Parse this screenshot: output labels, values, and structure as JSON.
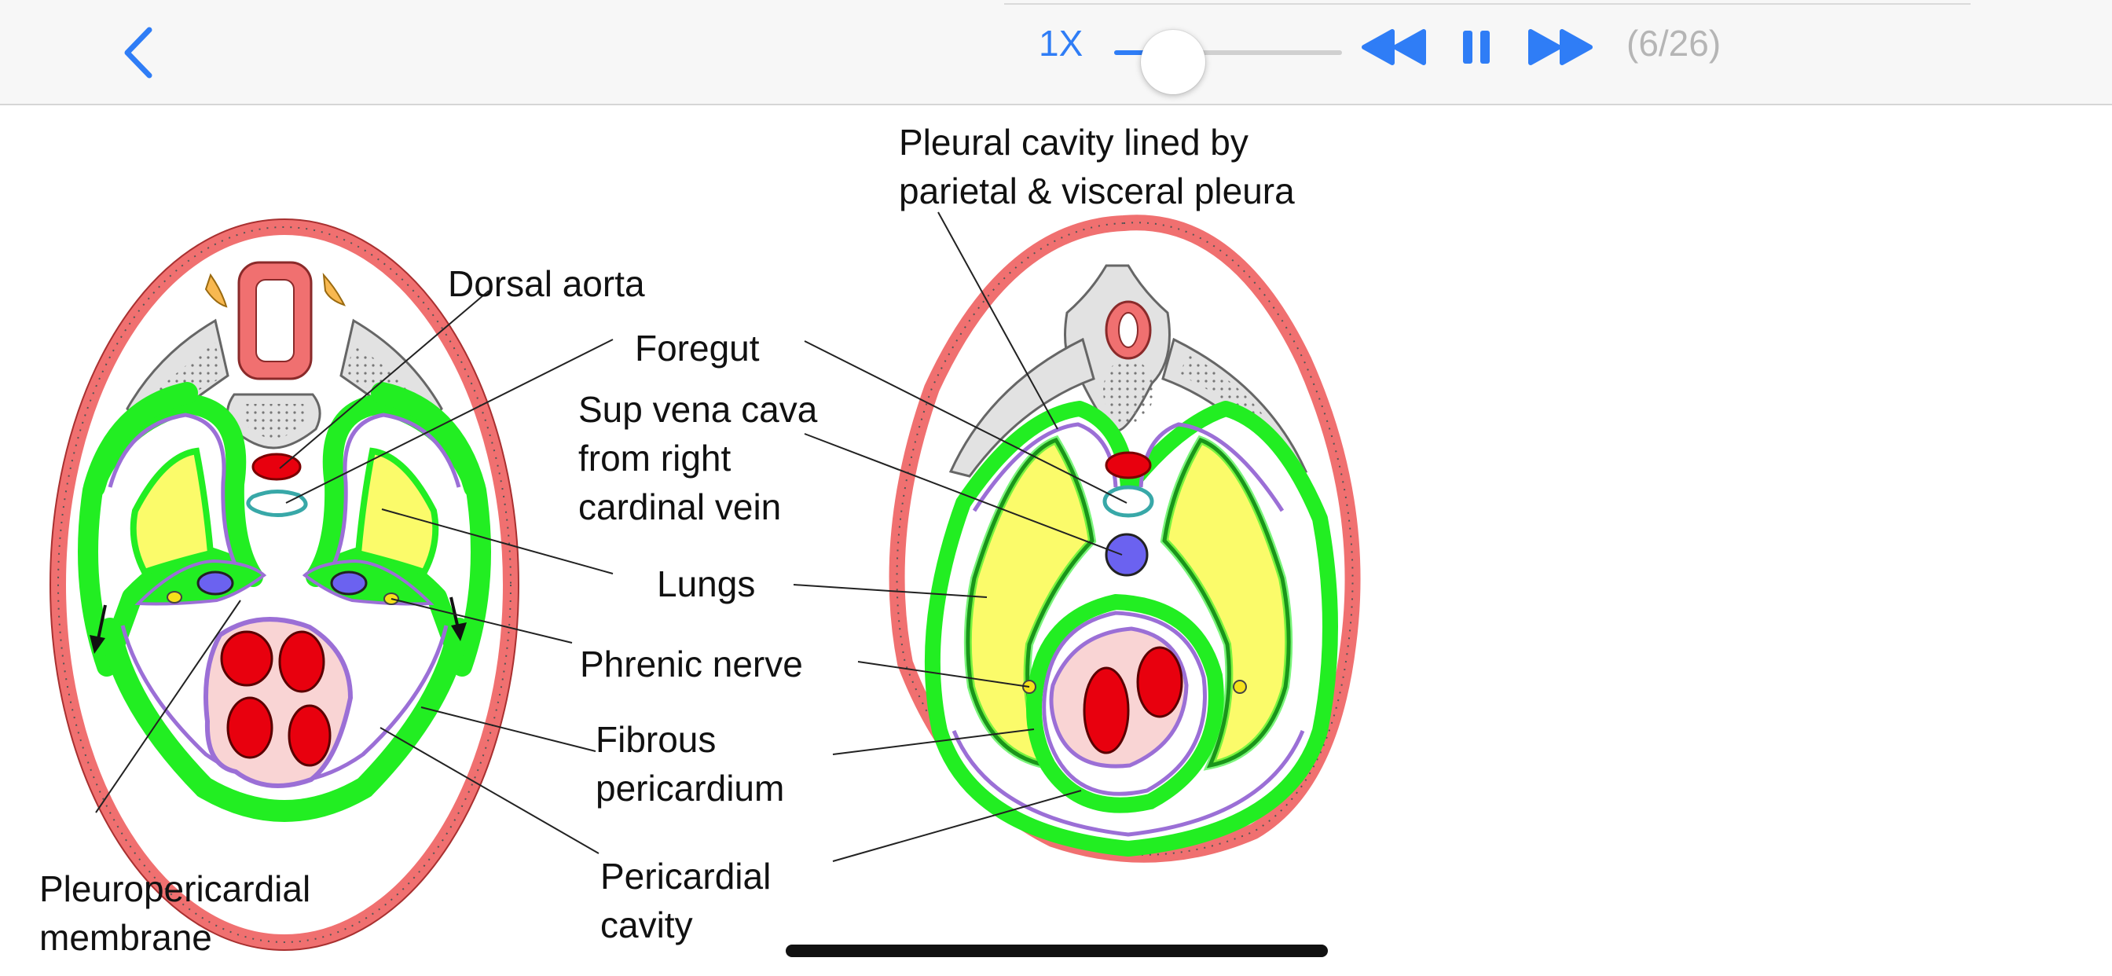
{
  "player": {
    "speed_label": "1X",
    "progress": 0.05,
    "counter": "(6/26)",
    "accent_color": "#2f7df6",
    "icons": [
      "chevron-left-icon",
      "rewind-icon",
      "pause-icon",
      "fast-forward-icon"
    ]
  },
  "slide": {
    "labels": {
      "pleural_cavity_1": "Pleural cavity lined by",
      "pleural_cavity_2": "parietal & visceral pleura",
      "dorsal_aorta": "Dorsal aorta",
      "foregut": "Foregut",
      "svc_1": "Sup vena cava",
      "svc_2": "from right",
      "svc_3": "cardinal vein",
      "lungs": "Lungs",
      "phrenic_nerve": "Phrenic nerve",
      "fibrous_1": "Fibrous",
      "fibrous_2": "pericardium",
      "pericardial_cavity_1": "Pericardial",
      "pericardial_cavity_2": "cavity",
      "pleuropericardial_1": "Pleuropericardial",
      "pleuropericardial_2": "membrane"
    },
    "colors": {
      "body_wall": "#f07070",
      "pleura_green": "#22ee22",
      "membrane_purple": "#9b6fd6",
      "lung_yellow": "#fbfb6a",
      "vessel_red": "#e8000e",
      "svc_blue": "#6b62f0",
      "pericardium_pink": "#f9d4d4",
      "foregut_teal": "#38a8a8",
      "ganglion_orange": "#f8b850"
    }
  }
}
